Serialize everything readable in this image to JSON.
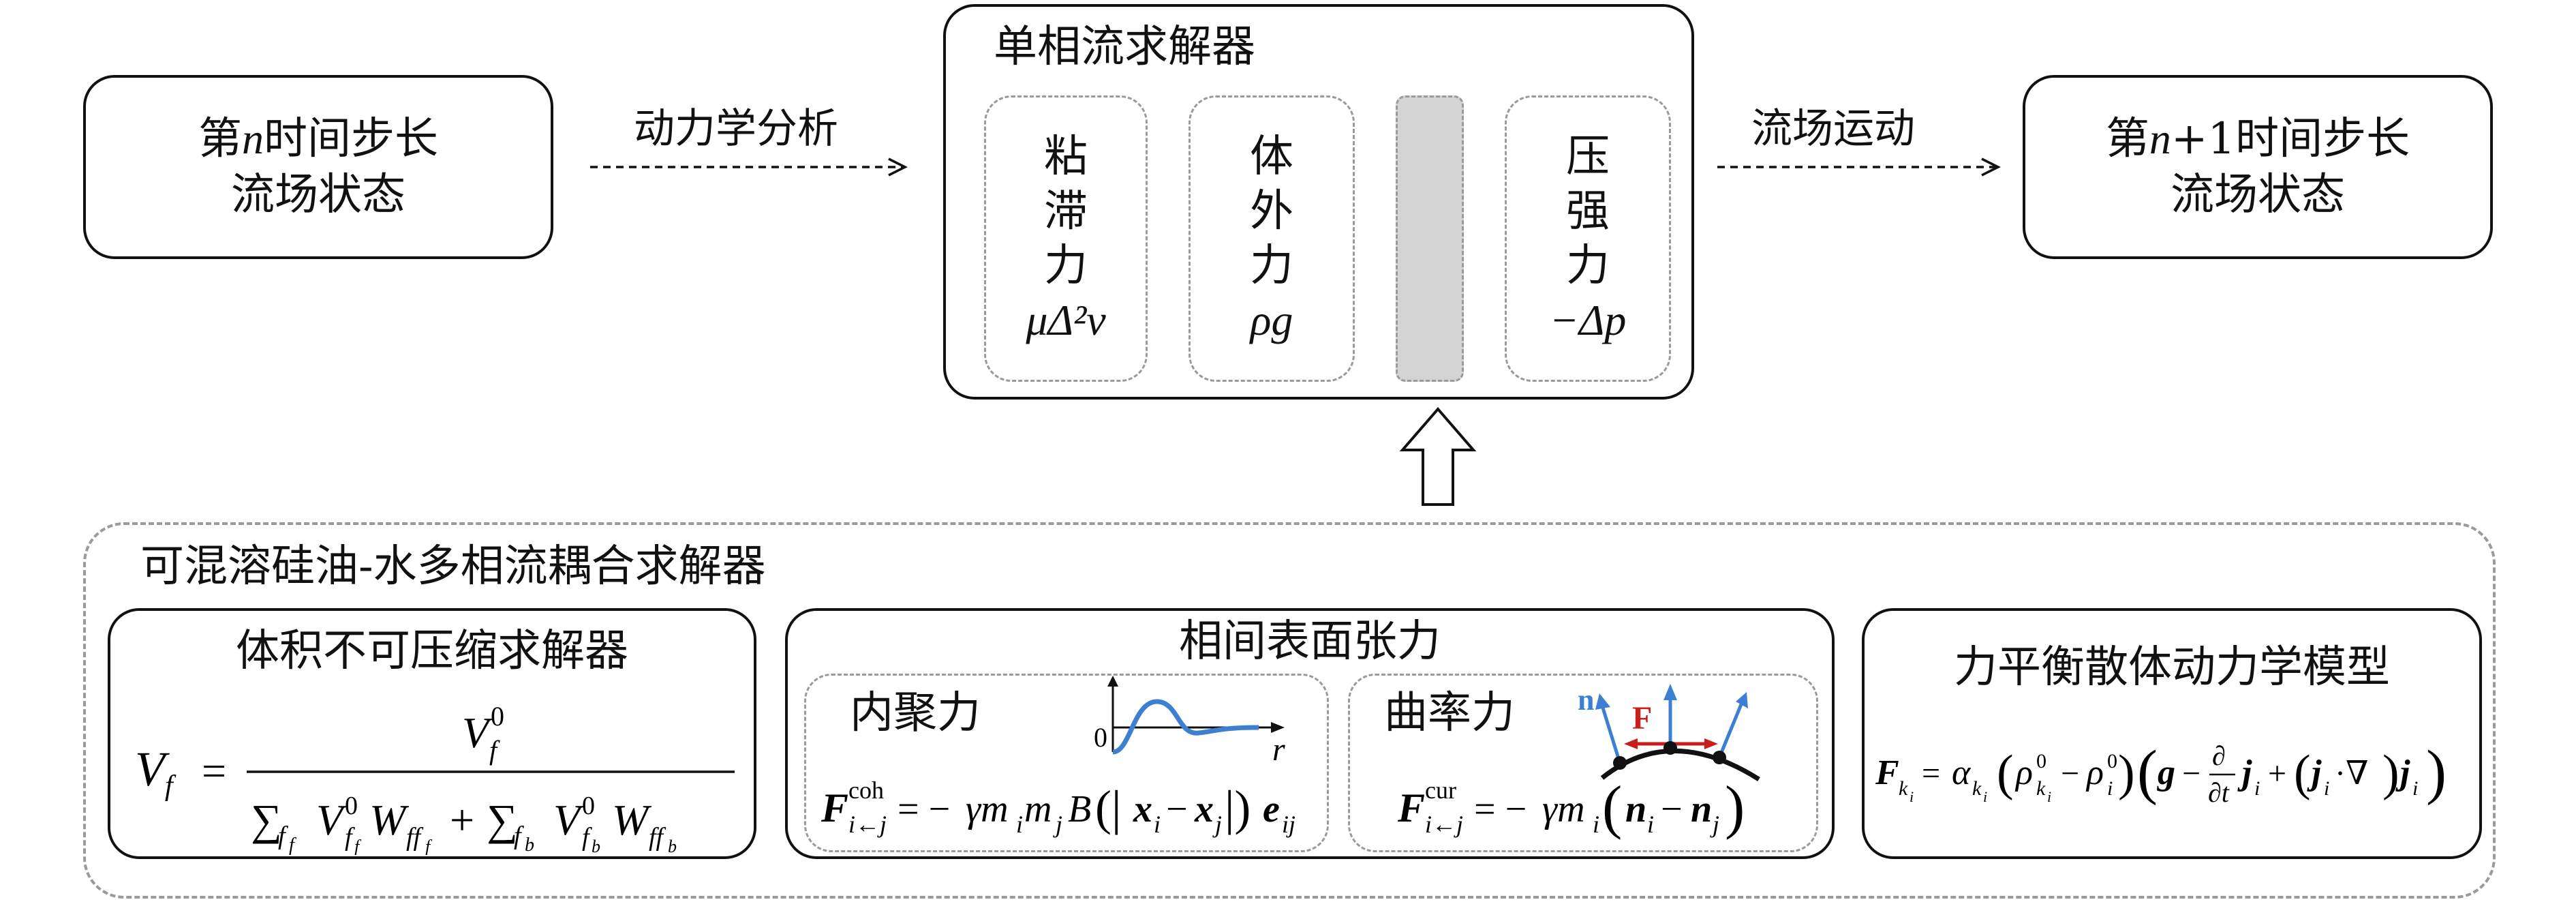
{
  "state_n": {
    "prefix": "第",
    "var": "n",
    "suffix": "时间步长",
    "line2": "流场状态"
  },
  "state_n1": {
    "prefix": "第",
    "var": "n",
    "plus": "+1",
    "suffix": "时间步长",
    "line2": "流场状态"
  },
  "arrow_left_label": "动力学分析",
  "arrow_right_label": "流场运动",
  "single_solver": {
    "title": "单相流求解器",
    "viscous": {
      "chars": [
        "粘",
        "滞",
        "力"
      ],
      "formula": "μΔ²v"
    },
    "body": {
      "chars": [
        "体",
        "外",
        "力"
      ],
      "formula": "ρg"
    },
    "pressure": {
      "chars": [
        "压",
        "强",
        "力"
      ],
      "formula": "−Δp"
    }
  },
  "multi_solver": {
    "title": "可混溶硅油-水多相流耦合求解器",
    "incompressible": {
      "title": "体积不可压缩求解器",
      "formula_lhs": "Vf"
    },
    "tension": {
      "title": "相间表面张力",
      "cohesion": {
        "title": "内聚力",
        "axis_zero": "0",
        "axis_r": "r",
        "formula": "F(coh) i←j = −γ mi mj B(|xi − xj|) eij"
      },
      "curvature": {
        "title": "曲率力",
        "label_n": "n",
        "label_F": "F",
        "formula": "F(cur) i←j = −γ mi (ni − nj)"
      }
    },
    "dem": {
      "title": "力平衡散体动力学模型",
      "formula": "Fki = αki (ρ0ki − ρ0i)(g − ∂/∂t ji + (ji·∇) ji)"
    }
  },
  "colors": {
    "blue": "#3d7fd1",
    "red": "#c81e1e",
    "gray_block": "#d4d4d4",
    "dash": "#9a9a9a"
  }
}
